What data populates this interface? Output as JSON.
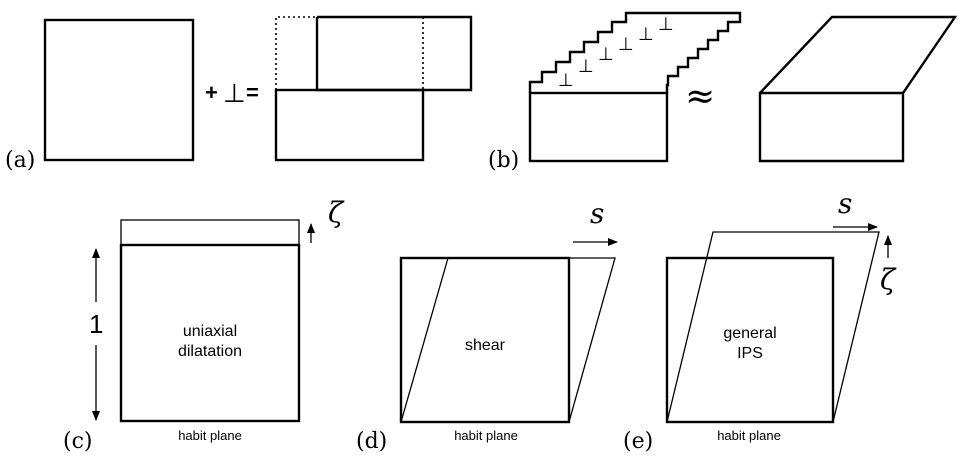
{
  "panels": {
    "a": {
      "label": "(a)",
      "equation_plus": "+",
      "equation_symbol": "⊥",
      "equation_equals": "="
    },
    "b": {
      "label": "(b)",
      "dislocation_symbol": "⊥",
      "approx_symbol": "≈"
    },
    "c": {
      "label": "(c)",
      "height_label": "1",
      "zeta_symbol": "ζ",
      "text_line1": "uniaxial",
      "text_line2": "dilatation",
      "plane_label": "habit plane"
    },
    "d": {
      "label": "(d)",
      "s_symbol": "s",
      "text_line1": "shear",
      "plane_label": "habit plane"
    },
    "e": {
      "label": "(e)",
      "s_symbol": "s",
      "zeta_symbol": "ζ",
      "text_line1": "general",
      "text_line2": "IPS",
      "plane_label": "habit plane"
    }
  },
  "colors": {
    "stroke": "#000000",
    "background": "#ffffff"
  }
}
